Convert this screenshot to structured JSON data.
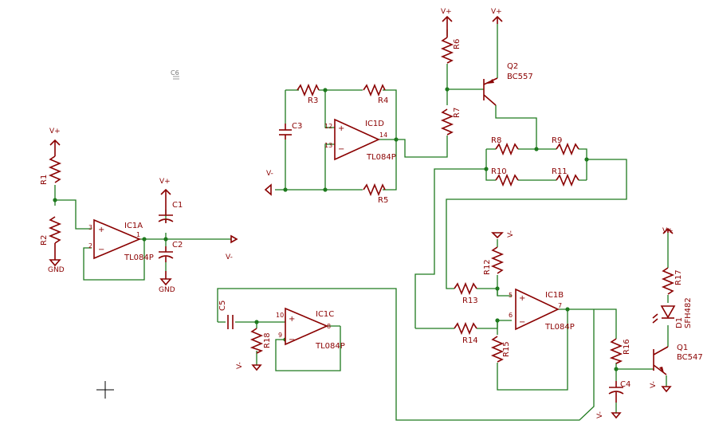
{
  "parts": {
    "R1": "R1",
    "R2": "R2",
    "R3": "R3",
    "R4": "R4",
    "R5": "R5",
    "R6": "R6",
    "R7": "R7",
    "R8": "R8",
    "R9": "R9",
    "R10": "R10",
    "R11": "R11",
    "R12": "R12",
    "R13": "R13",
    "R14": "R14",
    "R15": "R15",
    "R16": "R16",
    "R17": "R17",
    "R18": "R18",
    "C1": "C1",
    "C2": "C2",
    "C3": "C3",
    "C4": "C4",
    "C5": "C5",
    "C6": "C6",
    "IC1A": "IC1A",
    "IC1B": "IC1B",
    "IC1C": "IC1C",
    "IC1D": "IC1D",
    "opamp_value": "TL084P",
    "Q1": "Q1",
    "Q1_value": "BC547",
    "Q2": "Q2",
    "Q2_value": "BC557",
    "D1": "D1",
    "D1_value": "SFH482"
  },
  "supplies": {
    "vplus": "V+",
    "vminus": "V-",
    "gnd": "GND"
  },
  "pins": {
    "p1": "1",
    "p2": "2",
    "p3": "3",
    "p5": "5",
    "p6": "6",
    "p7": "7",
    "p8": "8",
    "p9": "9",
    "p10": "10",
    "p12": "12",
    "p13": "13",
    "p14": "14"
  },
  "symbols": {
    "plus": "+",
    "minus": "−"
  },
  "icons": {
    "cursor": "crosshair-icon"
  }
}
